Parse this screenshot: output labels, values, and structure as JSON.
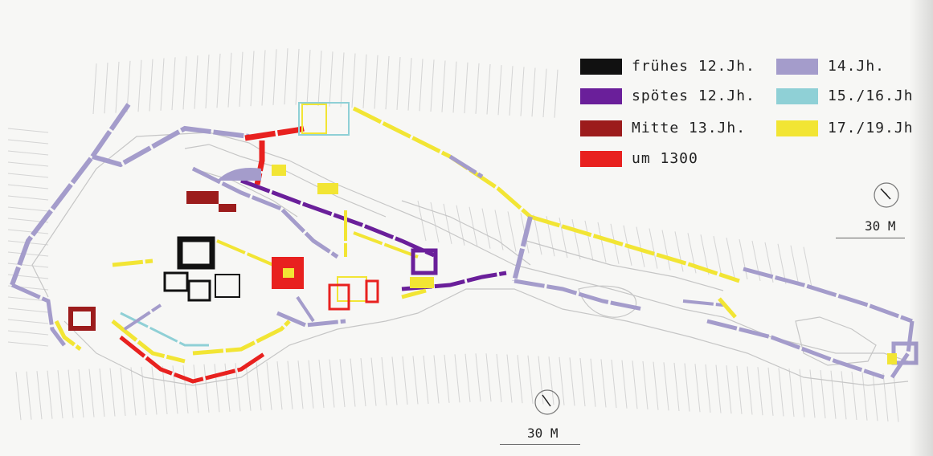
{
  "legend": {
    "items": [
      {
        "id": "fruehes-12",
        "label": "frühes 12.Jh.",
        "color": "#111111"
      },
      {
        "id": "spaetes-12",
        "label": "spötes 12.Jh.",
        "color": "#6a1f9a"
      },
      {
        "id": "mitte-13",
        "label": "Mitte 13.Jh.",
        "color": "#9c1c1c"
      },
      {
        "id": "um-1300",
        "label": "um 1300",
        "color": "#e8211f"
      },
      {
        "id": "jh-14",
        "label": "14.Jh.",
        "color": "#a49ccb"
      },
      {
        "id": "jh-15-16",
        "label": "15./16.Jh",
        "color": "#8fd0d6"
      },
      {
        "id": "jh-17-19",
        "label": "17./19.Jh",
        "color": "#f2e534"
      }
    ]
  },
  "scales": [
    {
      "id": "scale-bottom",
      "label": "30 M"
    },
    {
      "id": "scale-right",
      "label": "30 M"
    }
  ],
  "colors": {
    "outline": "#c8c8c8",
    "hatch": "#d5d5d5"
  }
}
